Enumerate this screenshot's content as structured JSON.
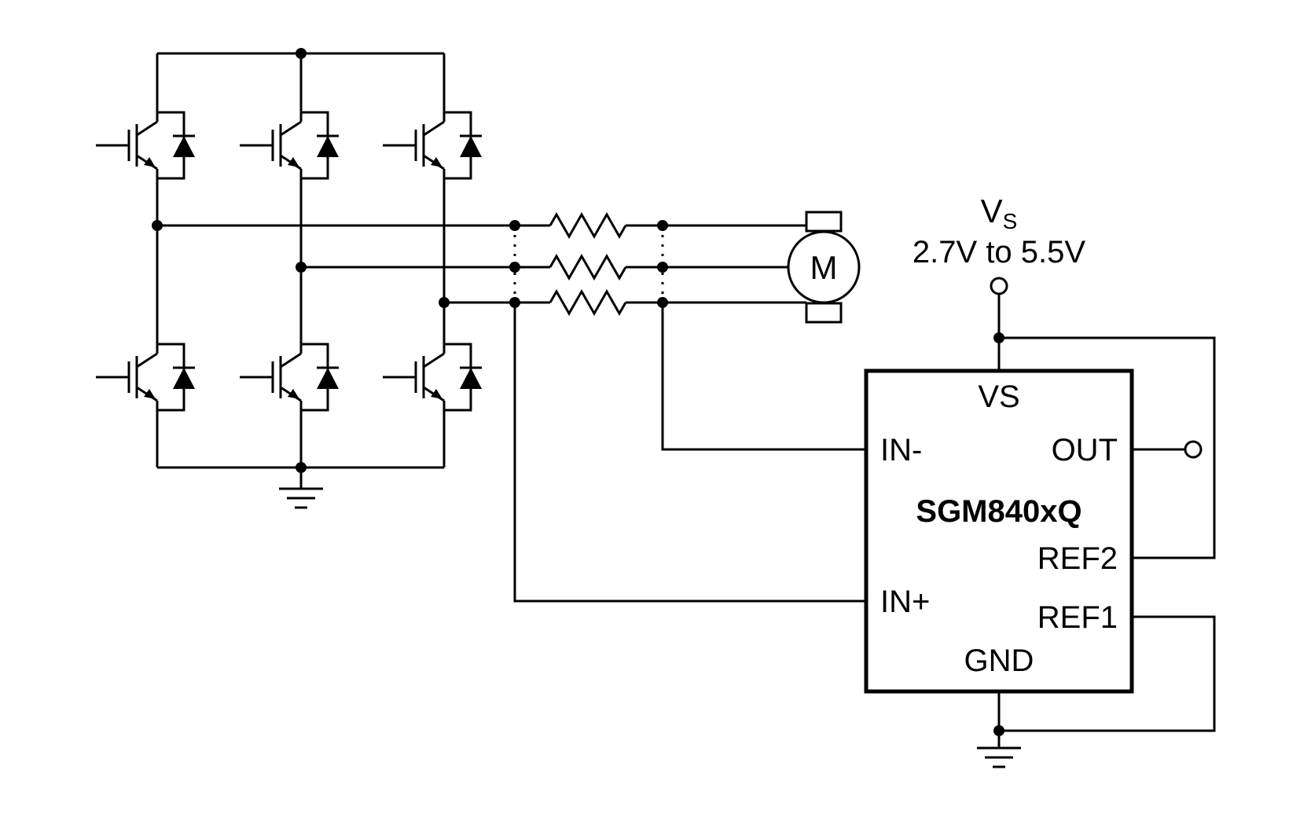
{
  "supply": {
    "name": "V",
    "subscript": "S",
    "range": "2.7V to 5.5V"
  },
  "motor": {
    "label": "M"
  },
  "amplifier": {
    "part_number": "SGM840xQ",
    "pins": {
      "vs": "VS",
      "in_minus": "IN-",
      "out": "OUT",
      "ref2": "REF2",
      "in_plus": "IN+",
      "ref1": "REF1",
      "gnd": "GND"
    }
  },
  "colors": {
    "line": "#000000",
    "background": "#ffffff"
  }
}
